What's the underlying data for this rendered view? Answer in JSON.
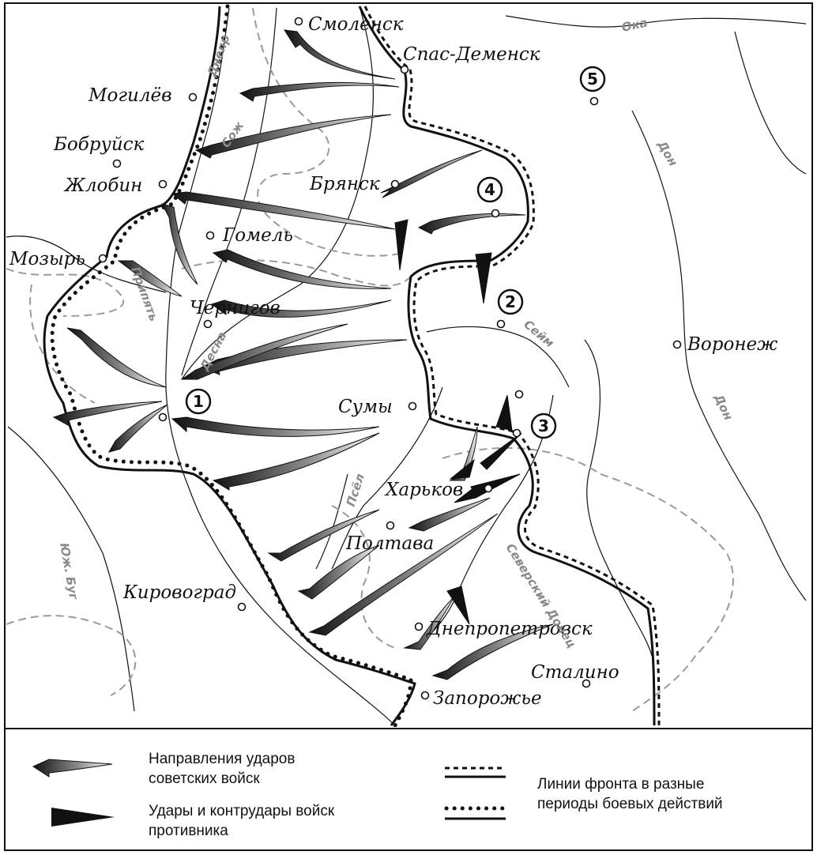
{
  "cities": [
    {
      "id": "smolensk",
      "name": "Смоленск"
    },
    {
      "id": "spas-demensk",
      "name": "Спас-Деменск"
    },
    {
      "id": "mogilev",
      "name": "Могилёв"
    },
    {
      "id": "bobruisk",
      "name": "Бобруйск"
    },
    {
      "id": "zhlobin",
      "name": "Жлобин"
    },
    {
      "id": "bryansk",
      "name": "Брянск"
    },
    {
      "id": "gomel",
      "name": "Гомель"
    },
    {
      "id": "mozyr",
      "name": "Мозырь"
    },
    {
      "id": "chernigov",
      "name": "Чернигов"
    },
    {
      "id": "sumy",
      "name": "Сумы"
    },
    {
      "id": "kharkov",
      "name": "Харьков"
    },
    {
      "id": "poltava",
      "name": "Полтава"
    },
    {
      "id": "kirovograd",
      "name": "Кировоград"
    },
    {
      "id": "dnepropetrovsk",
      "name": "Днепропетровск"
    },
    {
      "id": "stalino",
      "name": "Сталино"
    },
    {
      "id": "zaporozhye",
      "name": "Запорожье"
    },
    {
      "id": "voronezh",
      "name": "Воронеж"
    }
  ],
  "rivers": {
    "oka": "Ока",
    "dnepr": "Днепр",
    "sozh": "Сож",
    "don_upper": "Дон",
    "don_lower": "Дон",
    "pripyat": "Припять",
    "desna": "Десна",
    "seim": "Сейм",
    "psel": "Псёл",
    "yuzh_bug": "Юж. Буг",
    "severskiy_donets": "Северский Донец"
  },
  "markers": [
    "1",
    "2",
    "3",
    "4",
    "5"
  ],
  "legend": {
    "soviet_strikes_l1": "Направления ударов",
    "soviet_strikes_l2": "советских войск",
    "enemy_strikes_l1": "Удары и контрудары войск",
    "enemy_strikes_l2": "противника",
    "front_lines_l1": "Линии фронта в разные",
    "front_lines_l2": "периоды боевых действий"
  },
  "colors": {
    "ink": "#111111",
    "river": "#8a8a8a",
    "border": "#9a9a9a",
    "background": "#ffffff"
  }
}
